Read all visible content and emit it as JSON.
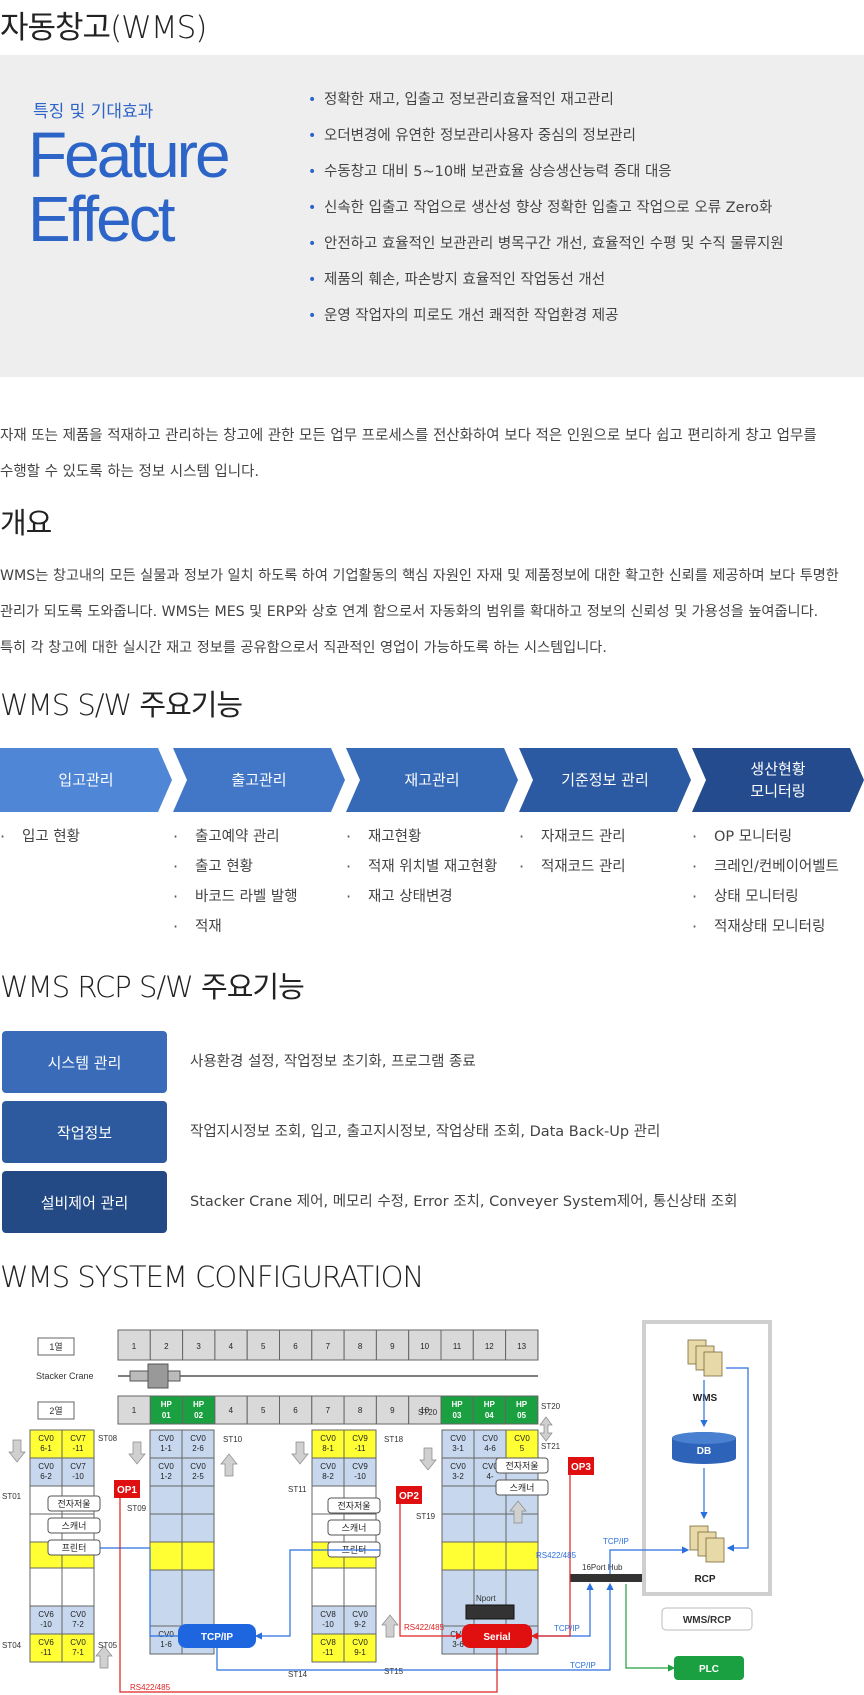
{
  "page_title": "자동창고(WMS)",
  "feature": {
    "subtitle": "특징 및 기대효과",
    "big_line1": "Feature",
    "big_line2": "Effect",
    "items": [
      "정확한 재고, 입출고 정보관리효율적인 재고관리",
      "오더변경에 유연한 정보관리사용자 중심의 정보관리",
      "수동창고 대비 5~10배 보관효율 상승생산능력 증대 대응",
      "신속한 입출고 작업으로 생산성 향상 정확한 입출고 작업으로 오류 Zero화",
      "안전하고 효율적인 보관관리 병목구간 개선, 효율적인 수평 및 수직 물류지원",
      "제품의 훼손, 파손방지 효율적인 작업동선 개선",
      "운영 작업자의 피로도 개선 쾌적한 작업환경 제공"
    ]
  },
  "intro": {
    "line1": "자재 또는 제품을 적재하고 관리하는 창고에 관한 모든 업무 프로세스를 전산화하여 보다 적은 인원으로 보다 쉽고 편리하게 창고 업무를",
    "line2": "수행할 수 있도록 하는 정보 시스템 입니다."
  },
  "overview": {
    "heading": "개요",
    "line1": "WMS는 창고내의 모든 실물과 정보가 일치 하도록 하여 기업활동의 핵심 자원인 자재 및 제품정보에 대한 확고한 신뢰를  제공하며 보다 투명한",
    "line2": "관리가 되도록 도와줍니다. WMS는 MES 및 ERP와 상호 연계 함으로서 자동화의 범위를 확대하고 정보의 신뢰성 및 가용성을 높여줍니다.",
    "line3": "특히 각 창고에 대한 실시간 재고 정보를 공유함으로서 직관적인 영업이 가능하도록 하는 시스템입니다."
  },
  "sw": {
    "heading": "WMS S/W 주요기능",
    "steps": [
      {
        "label": "입고관리",
        "color": "#4f86d6",
        "items": [
          "입고 현황"
        ]
      },
      {
        "label": "출고관리",
        "color": "#4277c8",
        "items": [
          "출고예약 관리",
          "출고 현황",
          "바코드 라벨 발행",
          "적재"
        ]
      },
      {
        "label": "재고관리",
        "color": "#3669b6",
        "items": [
          "재고현황",
          "적재 위치별 재고현황",
          "재고 상태변경"
        ]
      },
      {
        "label": "기준정보 관리",
        "color": "#2c5aa2",
        "items": [
          "자재코드 관리",
          "적재코드 관리"
        ]
      },
      {
        "label1": "생산현황",
        "label2": "모니터링",
        "color": "#234b8e",
        "items": [
          "OP 모니터링",
          "크레인/컨베이어벨트",
          "상태 모니터링",
          "적재상태 모니터링"
        ]
      }
    ]
  },
  "rcp": {
    "heading": "WMS RCP S/W 주요기능",
    "rows": [
      {
        "label": "시스템 관리",
        "color": "#3a6bb8",
        "desc": "사용환경 설정, 작업정보 초기화, 프로그램 종료"
      },
      {
        "label": "작업정보",
        "color": "#2d5a9f",
        "desc": "작업지시정보 조회, 입고, 출고지시정보, 작업상태 조회, Data Back-Up 관리"
      },
      {
        "label": "설비제어 관리",
        "color": "#234a85",
        "desc": "Stacker Crane 제어, 메모리 수정, Error 조치, Conveyer System제어, 통신상태 조회"
      }
    ]
  },
  "config": {
    "heading": "WMS SYSTEM CONFIGURATION",
    "row1_label": "1열",
    "row2_label": "2열",
    "crane_label": "Stacker Crane",
    "row1_cells": [
      "1",
      "2",
      "3",
      "4",
      "5",
      "6",
      "7",
      "8",
      "9",
      "10",
      "11",
      "12",
      "13"
    ],
    "row2_cells": [
      "1",
      "HP 01",
      "HP 02",
      "4",
      "5",
      "6",
      "7",
      "8",
      "9",
      "10",
      "HP 03",
      "HP 04",
      "HP 05"
    ],
    "stations": [
      "ST01",
      "ST04",
      "ST05",
      "ST08",
      "ST09",
      "ST10",
      "ST11",
      "ST14",
      "ST15",
      "ST18",
      "ST19",
      "ST20",
      "ST20",
      "ST21"
    ],
    "block1": [
      [
        "CV0 6-1",
        "CV7 -11"
      ],
      [
        "CV0 6-2",
        "CV7 -10"
      ],
      [
        "CV6 -10",
        "CV0 7-2"
      ],
      [
        "CV6 -11",
        "CV0 7-1"
      ]
    ],
    "block2": [
      [
        "CV0 1-1",
        "CV0 2-6"
      ],
      [
        "CV0 1-2",
        "CV0 2-5"
      ],
      [
        "CV0 1-6",
        "CV0 2-1"
      ]
    ],
    "block3": [
      [
        "CV0 8-1",
        "CV9 -11"
      ],
      [
        "CV0 8-2",
        "CV9 -10"
      ],
      [
        "CV8 -10",
        "CV0 9-2"
      ],
      [
        "CV8 -11",
        "CV0 9-1"
      ]
    ],
    "block4": [
      [
        "CV0 3-1",
        "CV0 4-6",
        "CV0 5"
      ],
      [
        "CV0 3-2",
        "CV0 4-"
      ],
      [
        "CV0 3-6",
        "CV0 4-1"
      ]
    ],
    "devices": {
      "label_printer": "전자저울",
      "scanner": "스캐너",
      "printer": "프린터"
    },
    "op_labels": [
      "OP1",
      "OP2",
      "OP3"
    ],
    "tcp": "TCP/IP",
    "serial": "Serial",
    "nport": "Nport",
    "hub": "16Port Hub",
    "rs": "RS422/485",
    "wms": "WMS",
    "db": "DB",
    "rcp": "RCP",
    "wms_rcp": "WMS/RCP",
    "plc": "PLC"
  }
}
